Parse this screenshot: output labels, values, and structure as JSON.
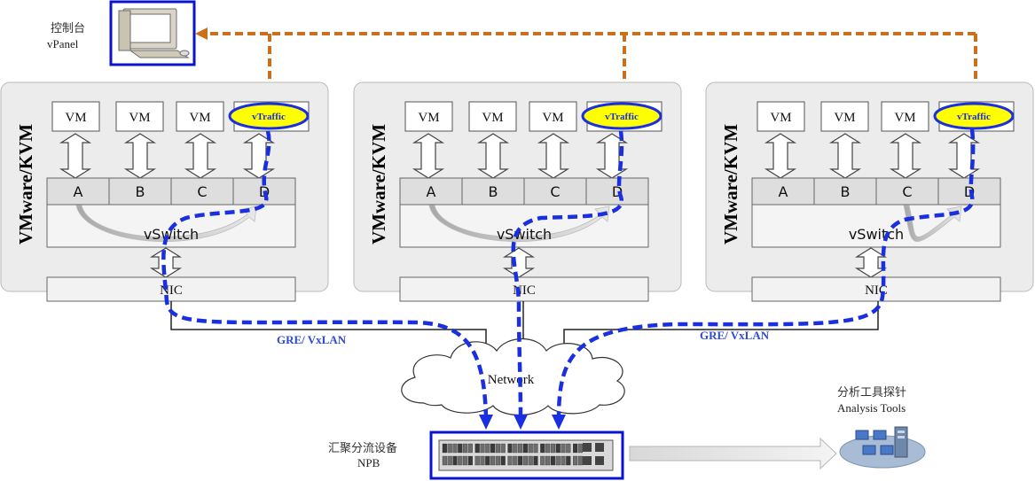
{
  "console": {
    "label_cn": "控制台",
    "label_en": "vPanel"
  },
  "hosts": [
    {
      "platform": "VMware/KVM",
      "vms": [
        "VM",
        "VM",
        "VM"
      ],
      "vtraffic": "vTraffic",
      "ports": [
        "A",
        "B",
        "C",
        "D"
      ],
      "vswitch": "vSwitch",
      "nic": "NIC"
    },
    {
      "platform": "VMware/KVM",
      "vms": [
        "VM",
        "VM",
        "VM"
      ],
      "vtraffic": "vTraffic",
      "ports": [
        "A",
        "B",
        "C",
        "D"
      ],
      "vswitch": "vSwitch",
      "nic": "NIC"
    },
    {
      "platform": "VMware/KVM",
      "vms": [
        "VM",
        "VM",
        "VM"
      ],
      "vtraffic": "vTraffic",
      "ports": [
        "A",
        "B",
        "C",
        "D"
      ],
      "vswitch": "vSwitch",
      "nic": "NIC"
    }
  ],
  "tunnel_labels": [
    "GRE/ VxLAN",
    "GRE/ VxLAN"
  ],
  "network": {
    "label": "Network"
  },
  "npb": {
    "label_cn": "汇聚分流设备",
    "label_en": "NPB"
  },
  "analysis": {
    "label_cn": "分析工具探针",
    "label_en": "Analysis  Tools"
  },
  "colors": {
    "control_line": "#cc6f1c",
    "tunnel_line": "#1a2fe0",
    "vtraffic_fill": "#ffff00",
    "border_blue": "#0a14d0"
  }
}
